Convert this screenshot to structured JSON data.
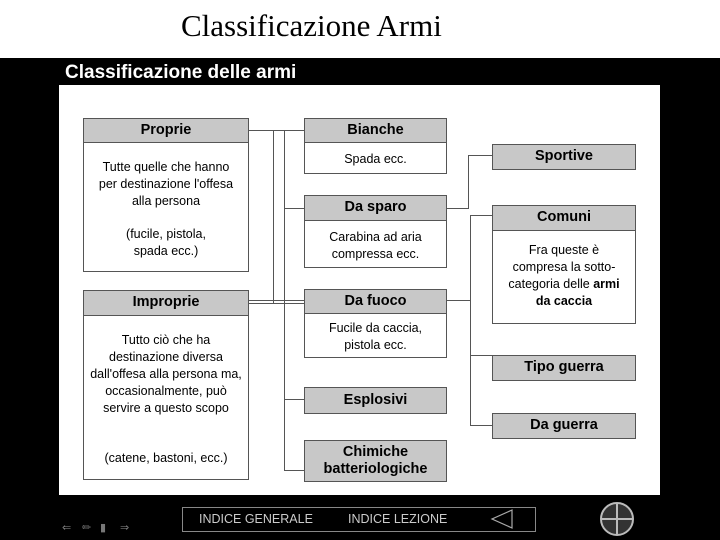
{
  "slide": {
    "title": "Classificazione Armi"
  },
  "diagram": {
    "title": "Classificazione delle armi",
    "proprie": {
      "header": "Proprie",
      "description": "Tutte quelle che hanno per destinazione l'offesa alla persona",
      "examples": "(fucile, pistola, spada ecc.)"
    },
    "improprie": {
      "header": "Improprie",
      "description": "Tutto ciò che ha destinazione diversa dall'offesa alla persona ma, occasionalmente, può servire a questo scopo",
      "examples": "(catene, bastoni, ecc.)"
    },
    "bianche": {
      "header": "Bianche",
      "example": "Spada ecc."
    },
    "da_sparo": {
      "header": "Da sparo",
      "example": "Carabina ad aria compressa ecc."
    },
    "da_fuoco": {
      "header": "Da fuoco",
      "example": "Fucile da caccia, pistola ecc."
    },
    "esplosivi": {
      "header": "Esplosivi"
    },
    "chimiche": {
      "header": "Chimiche batteriologiche"
    },
    "sportive": {
      "header": "Sportive"
    },
    "comuni": {
      "header": "Comuni",
      "note": "Fra queste è compresa la sotto-categoria delle",
      "note_bold": "armi da caccia"
    },
    "tipo_guerra": {
      "header": "Tipo guerra"
    },
    "da_guerra": {
      "header": "Da guerra"
    }
  },
  "footer": {
    "indice_generale": "INDICE GENERALE",
    "indice_lezione": "INDICE LEZIONE"
  },
  "icons": [
    "back-arrow-icon",
    "pencil-icon",
    "screen-icon",
    "forward-arrow-icon",
    "triangle-back-icon",
    "crosshair-icon"
  ]
}
